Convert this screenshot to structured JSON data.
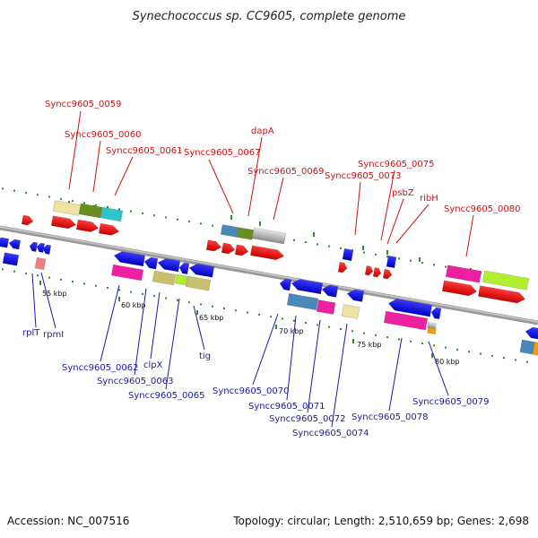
{
  "title": "Synechococcus sp. CC9605, complete genome",
  "footer": {
    "accession": "Accession: NC_007516",
    "topology": "Topology: circular; Length: 2,510,659 bp; Genes: 2,698"
  },
  "colors": {
    "forward_label": "#d01010",
    "reverse_label": "#1a1aa8",
    "backbone": "#8c8c8c",
    "ruler_dot": "#2e8b2e"
  },
  "ticks": [
    "55 kbp",
    "60 kbp",
    "65 kbp",
    "70 kbp",
    "75 kbp",
    "80 kbp"
  ],
  "forward_labels": [
    "Syncc9605_0059",
    "Syncc9605_0060",
    "Syncc9605_0061",
    "Syncc9605_0067",
    "dapA",
    "Syncc9605_0069",
    "Syncc9605_0073",
    "Syncc9605_0075",
    "psbZ",
    "ribH",
    "Syncc9605_0080"
  ],
  "reverse_labels": [
    "rplT",
    "rpmI",
    "Syncc9605_0062",
    "Syncc9605_0063",
    "clpX",
    "Syncc9605_0065",
    "tig",
    "Syncc9605_0070",
    "Syncc9605_0071",
    "Syncc9605_0072",
    "Syncc9605_0074",
    "Syncc9605_0078",
    "Syncc9605_0079"
  ]
}
